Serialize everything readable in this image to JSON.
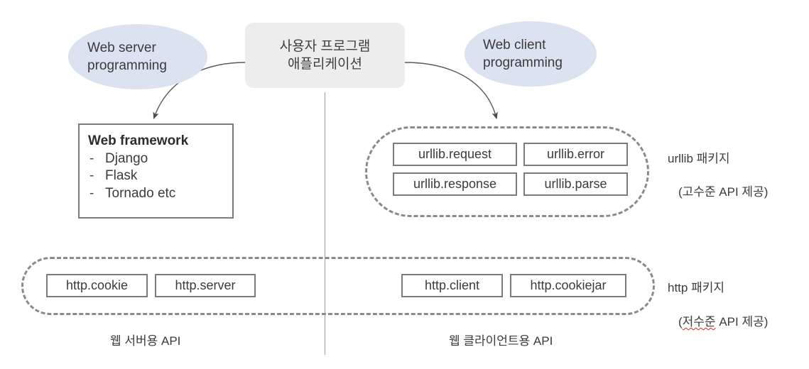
{
  "diagram": {
    "central_box": {
      "line1": "사용자 프로그램",
      "line2": "애플리케이션"
    },
    "bubbles": [
      {
        "id": "web-server",
        "line1": "Web server",
        "line2": "programming"
      },
      {
        "id": "web-client",
        "line1": "Web client",
        "line2": "programming"
      }
    ],
    "web_framework": {
      "title": "Web framework",
      "dash": "-",
      "items": [
        "Django",
        "Flask",
        "Tornado etc"
      ]
    },
    "urllib_modules": [
      [
        "urllib.request",
        "urllib.error"
      ],
      [
        "urllib.response",
        "urllib.parse"
      ]
    ],
    "http_left_modules": [
      "http.cookie",
      "http.server"
    ],
    "http_right_modules": [
      "http.client",
      "http.cookiejar"
    ],
    "side_labels": {
      "urllib_package": "urllib 패키지",
      "urllib_note": "(고수준 API 제공)",
      "http_package": "http 패키지",
      "http_note_open": "(",
      "http_note_squiggle": "저수준",
      "http_note_rest": " API 제공)"
    },
    "captions": {
      "server_side": "웹 서버용 API",
      "client_side": "웹 클라이언트용 API"
    },
    "colors": {
      "bubble_fill": "#dbe2f0",
      "central_fill": "#ededed",
      "box_border": "#7b7b7b",
      "dashed_border": "#8a8a8a",
      "divider": "#9e9e9e",
      "arrow": "#5a5a5a",
      "spellcheck": "#e02020"
    }
  }
}
